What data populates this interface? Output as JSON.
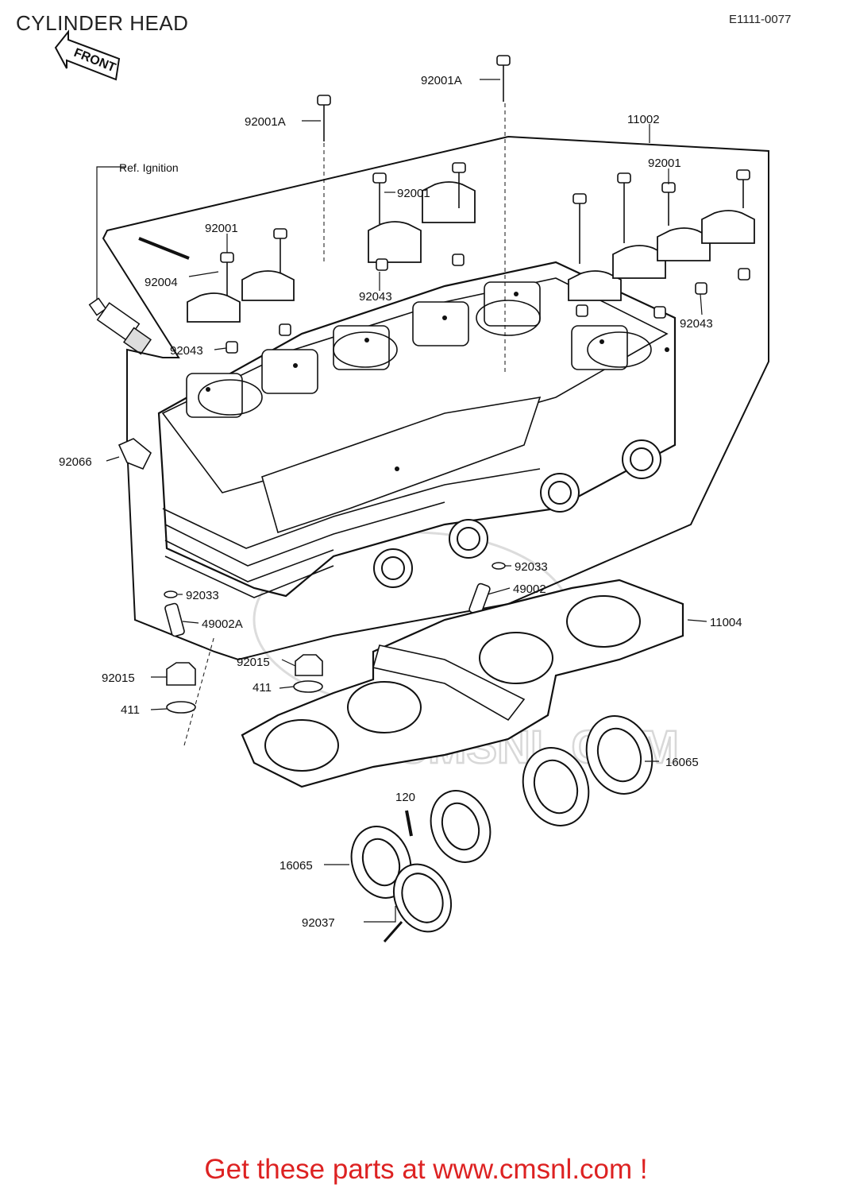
{
  "header": {
    "title": "CYLINDER HEAD",
    "diagram_code": "E1111-0077"
  },
  "front_marker": "FRONT",
  "watermark": "WWW.CMSNL.COM",
  "parts": {
    "p92001A_top": "92001A",
    "p92001A_left": "92001A",
    "p11002": "11002",
    "ref_ignition": "Ref. Ignition",
    "p92001_right": "92001",
    "p92001_mid": "92001",
    "p92001_left": "92001",
    "p92004": "92004",
    "p92043_mid": "92043",
    "p92043_right": "92043",
    "p92043_left": "92043",
    "p92066": "92066",
    "p92033_right": "92033",
    "p49002": "49002",
    "p11004": "11004",
    "p92033_left": "92033",
    "p49002A": "49002A",
    "p92015_mid": "92015",
    "p411_mid": "411",
    "p92015_left": "92015",
    "p411_left": "411",
    "p16065_right": "16065",
    "p120": "120",
    "p16065_left": "16065",
    "p92037": "92037"
  },
  "footer": {
    "text": "Get these parts at www.cmsnl.com !",
    "color": "#dd2222"
  }
}
